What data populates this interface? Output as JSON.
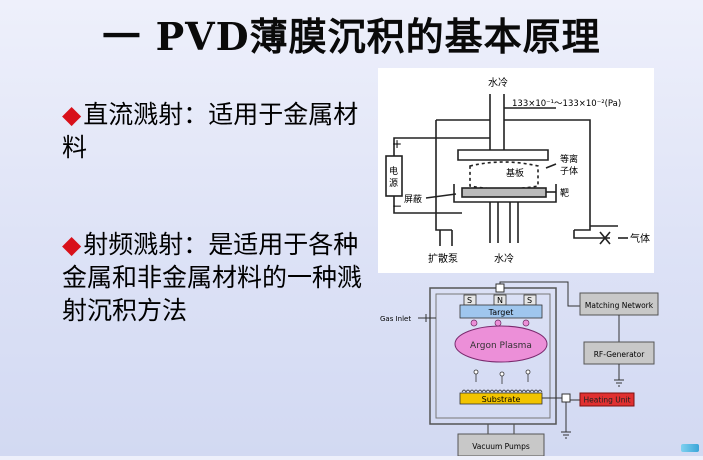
{
  "title": "一  PVD薄膜沉积的基本原理",
  "bullets": [
    {
      "marker": "◆",
      "text": "直流溅射：适用于金属材料"
    },
    {
      "marker": "◆",
      "text": "射频溅射：是适用于各种金属和非金属材料的一种溅射沉积方法"
    }
  ],
  "dc_diagram": {
    "top_cooling": "水冷",
    "pressure": "133×10⁻¹～133×10⁻²(Pa)",
    "plus": "+",
    "minus": "−",
    "power_char1": "电",
    "power_char2": "源",
    "substrate": "基板",
    "plasma_line1": "等离",
    "plasma_line2": "子体",
    "shield": "屏蔽",
    "target": "靶",
    "gas": "气体",
    "pump": "扩散泵",
    "bottom_cooling": "水冷"
  },
  "rf_diagram": {
    "magnet_s1": "S",
    "magnet_n": "N",
    "magnet_s2": "S",
    "target": "Target",
    "plasma": "Argon Plasma",
    "substrate": "Substrate",
    "gas_inlet": "Gas Inlet",
    "matching_network": "Matching Network",
    "rf_generator": "RF-Generator",
    "heating_unit": "Heating Unit",
    "vacuum_pumps": "Vacuum Pumps",
    "colors": {
      "target": "#9fc6ee",
      "plasma": "#ec8fd8",
      "substrate": "#f2c400",
      "heating_unit": "#e03030",
      "box": "#c8c8c8"
    }
  }
}
